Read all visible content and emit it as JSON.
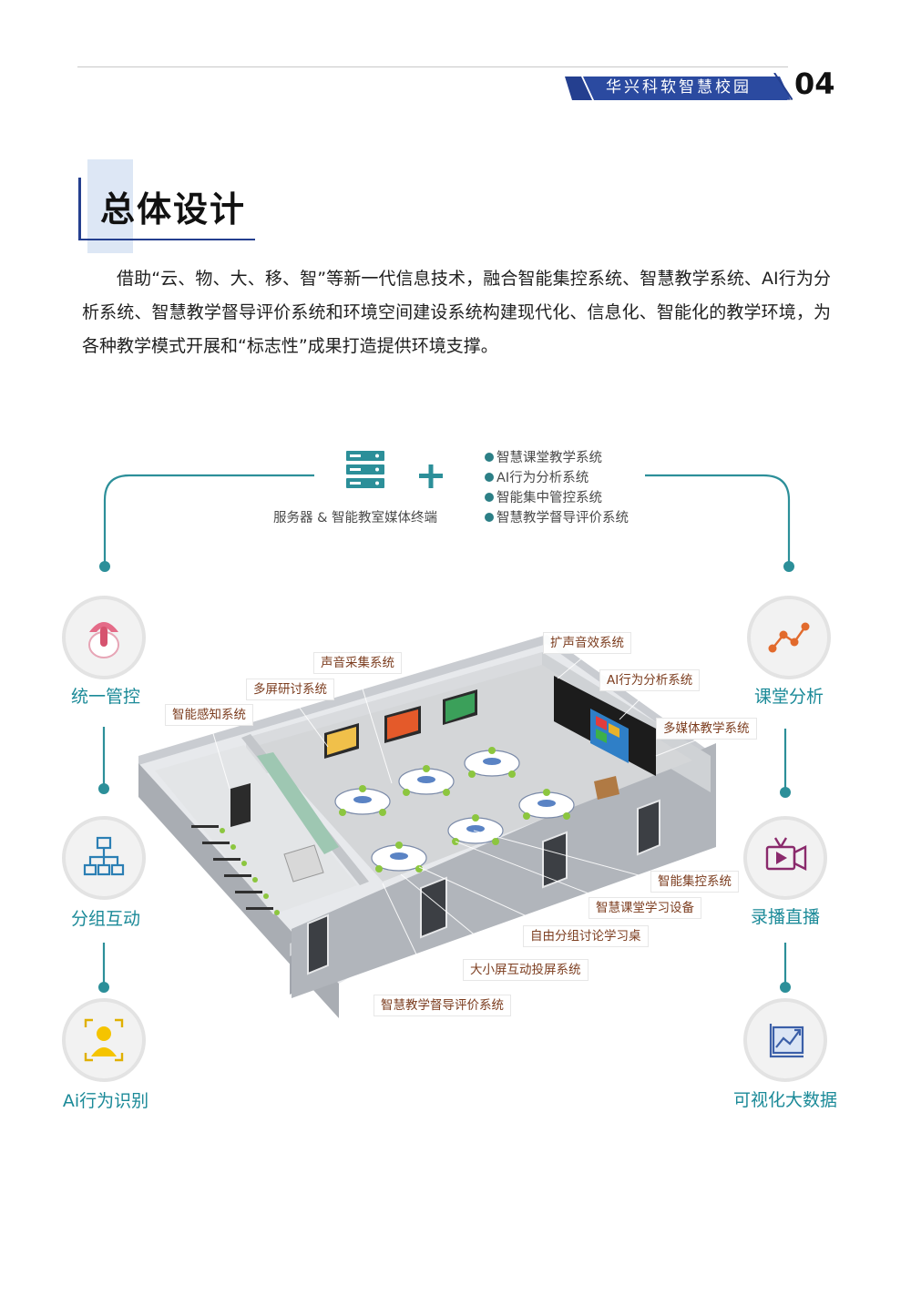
{
  "header": {
    "brand": "华兴科软智慧校园",
    "page_number": "04",
    "accent_color": "#243f8f"
  },
  "section": {
    "title": "总体设计",
    "intro": "借助“云、物、大、移、智”等新一代信息技术，融合智能集控系统、智慧教学系统、AI行为分析系统、智慧教学督导评价系统和环境空间建设系统构建现代化、信息化、智能化的教学环境，为各种教学模式开展和“标志性”成果打造提供环境支撑。"
  },
  "diagram": {
    "server_caption": "服务器 & 智能教室媒体终端",
    "plus_symbol": "+",
    "systems": [
      "智慧课堂教学系统",
      "AI行为分析系统",
      "智能集中管控系统",
      "智慧教学督导评价系统"
    ],
    "left_functions": [
      {
        "label": "统一管控",
        "icon": "touch-control-icon"
      },
      {
        "label": "分组互动",
        "icon": "org-chart-icon"
      },
      {
        "label": "Ai行为识别",
        "icon": "face-recognition-icon"
      }
    ],
    "right_functions": [
      {
        "label": "课堂分析",
        "icon": "line-chart-icon"
      },
      {
        "label": "录播直播",
        "icon": "video-camera-icon"
      },
      {
        "label": "可视化大数据",
        "icon": "analytics-chart-icon"
      }
    ],
    "room_labels": {
      "sound_collection": "声音采集系统",
      "multi_screen": "多屏研讨系统",
      "smart_sensing": "智能感知系统",
      "pa_system": "扩声音效系统",
      "ai_analysis": "AI行为分析系统",
      "multimedia": "多媒体教学系统",
      "central_control": "智能集控系统",
      "learning_devices": "智慧课堂学习设备",
      "group_desks": "自由分组讨论学习桌",
      "projection": "大小屏互动投屏系统",
      "supervision": "智慧教学督导评价系统"
    },
    "colors": {
      "teal": "#2c8f99",
      "label_text": "#7c3d1f"
    }
  }
}
